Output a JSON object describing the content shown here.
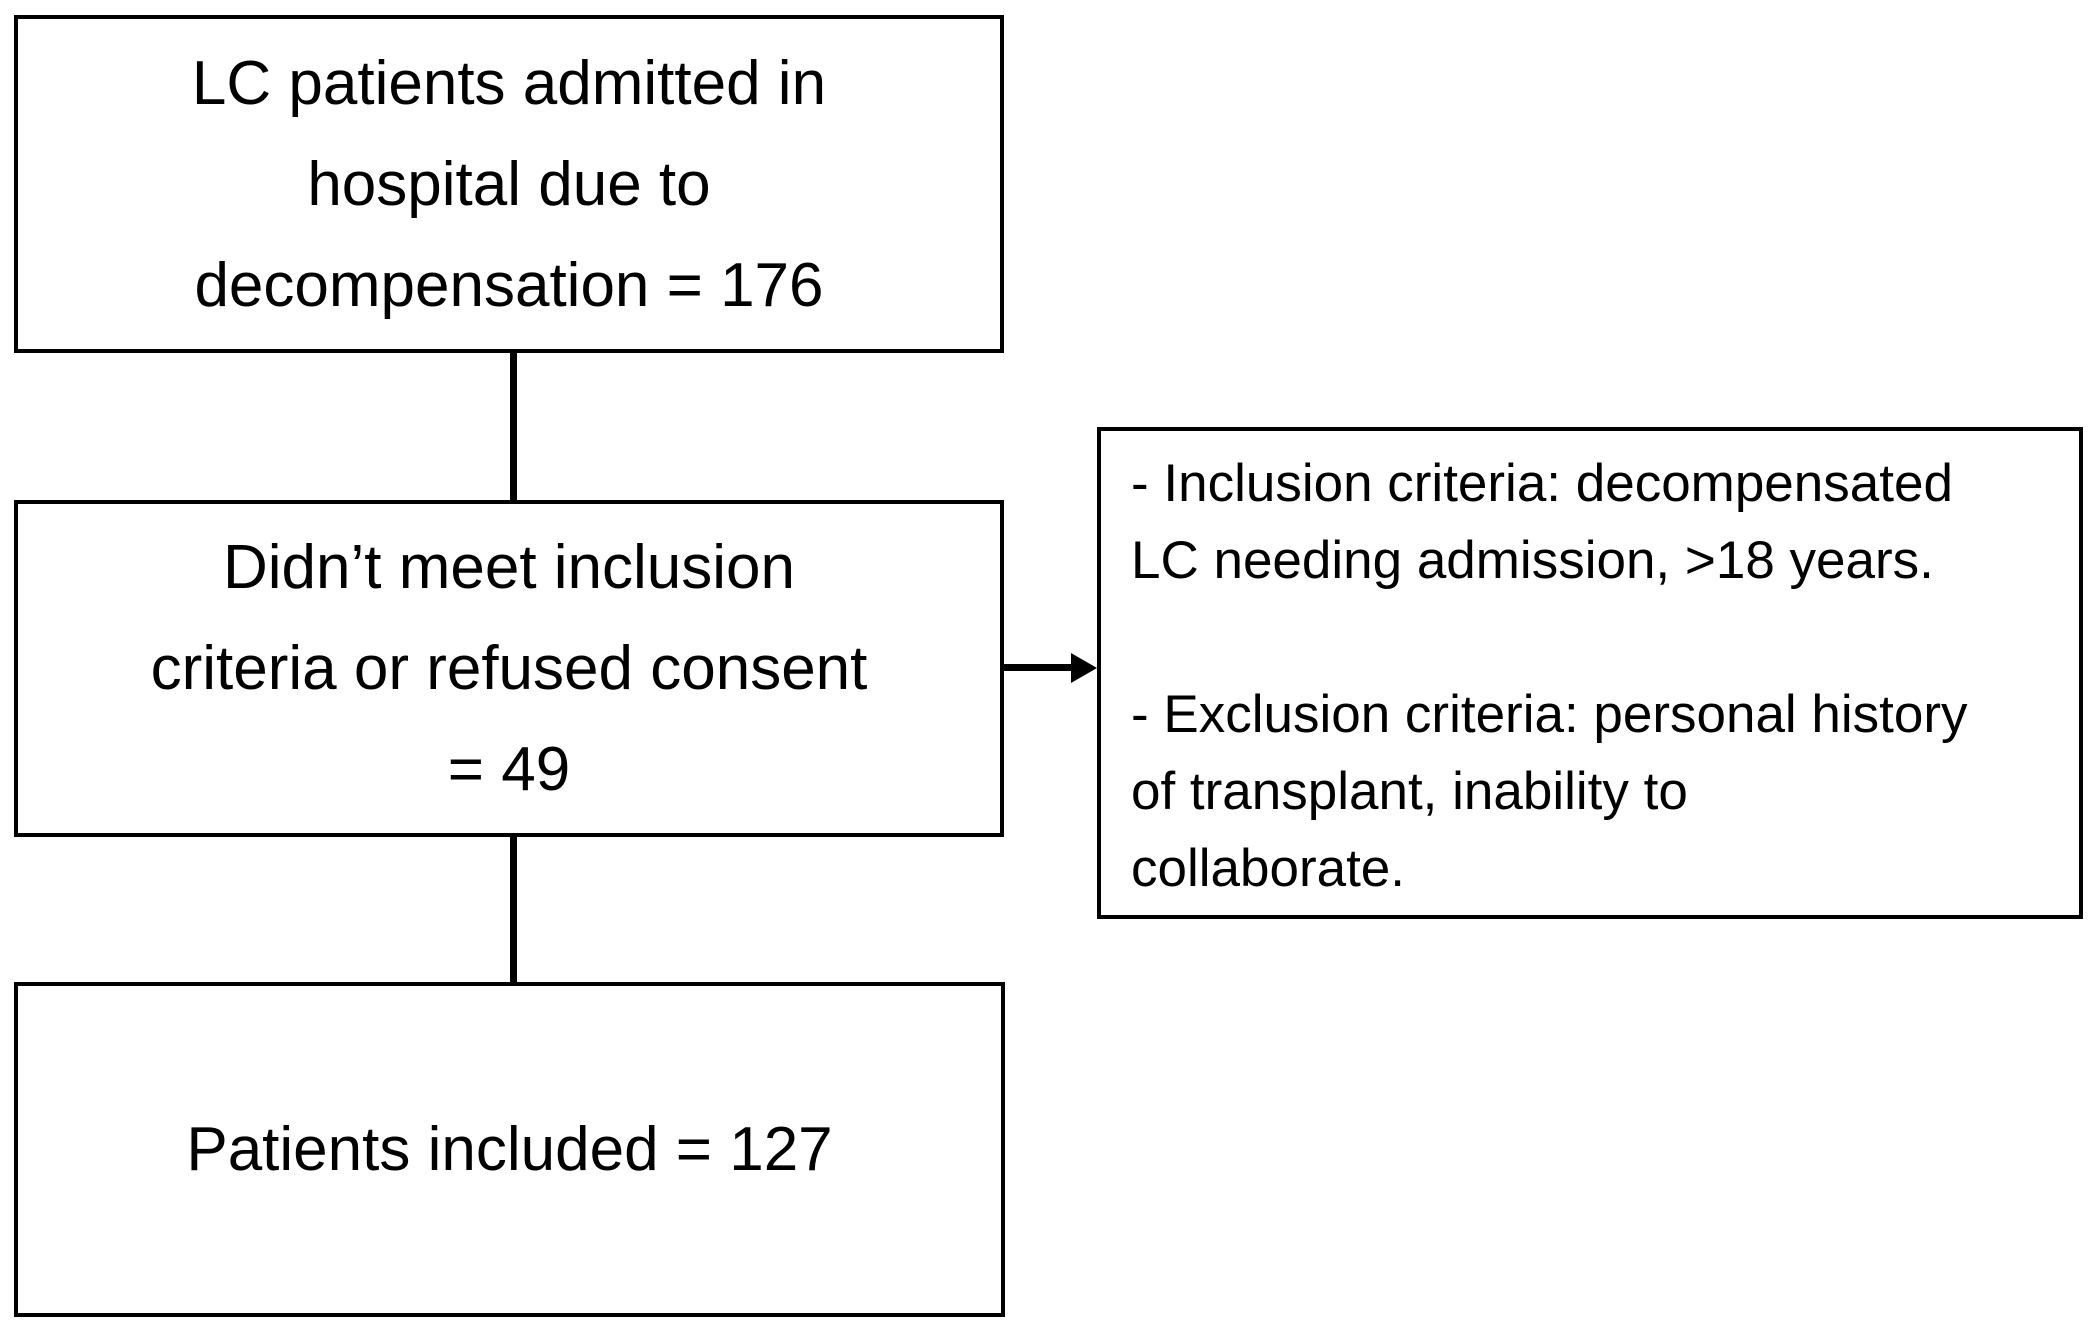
{
  "diagram": {
    "type": "flowchart",
    "background": "#ffffff",
    "line_color": "#000000",
    "text_color": "#000000",
    "nodes": {
      "admitted": {
        "label": "LC patients admitted in\nhospital due to\ndecompensation = 176",
        "count": 176
      },
      "excluded": {
        "label": "Didn’t meet inclusion\ncriteria or refused consent\n= 49",
        "count": 49
      },
      "included": {
        "label": "Patients included = 127",
        "count": 127
      },
      "criteria_note": {
        "label": "- Inclusion criteria: decompensated\nLC needing admission, >18 years.\n\n- Exclusion criteria: personal history\nof transplant, inability to\ncollaborate."
      }
    }
  }
}
